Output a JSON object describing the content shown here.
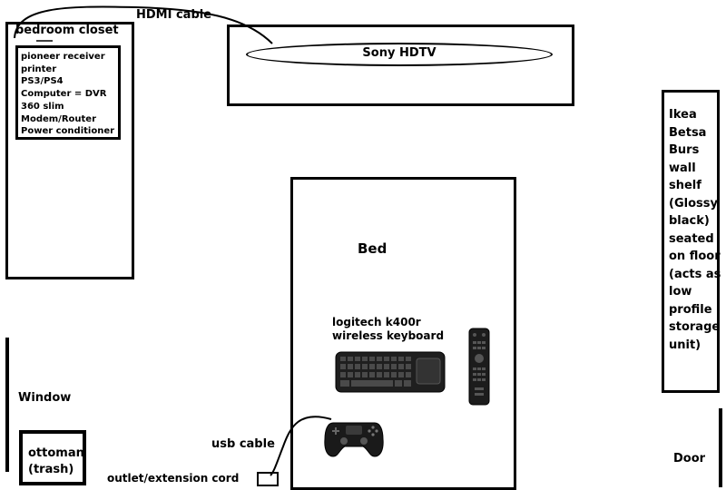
{
  "labels": {
    "hdmi_cable": "HDMI cable",
    "closet_title": "bedroom closet",
    "tv": "Sony HDTV",
    "bed": "Bed",
    "keyboard_line1": "logitech k400r",
    "keyboard_line2": "wireless keyboard",
    "usb_cable": "usb cable",
    "outlet": "outlet/extension cord",
    "window": "Window",
    "ottoman_line1": "ottoman",
    "ottoman_line2": "(trash)",
    "door": "Door",
    "shelf": [
      "Ikea",
      "Betsa",
      "Burs",
      "wall",
      "shelf",
      "(Glossy",
      "black)",
      "seated",
      "on floor",
      "(acts as",
      "low",
      "profile",
      "storage",
      "unit)"
    ]
  },
  "closet_items": [
    "pioneer receiver",
    "printer",
    "PS3/PS4",
    "Computer = DVR",
    "360 slim",
    "Modem/Router",
    "Power conditioner"
  ],
  "icons": {
    "keyboard": "keyboard-icon",
    "remote": "remote-control-icon",
    "controller": "game-controller-icon"
  }
}
